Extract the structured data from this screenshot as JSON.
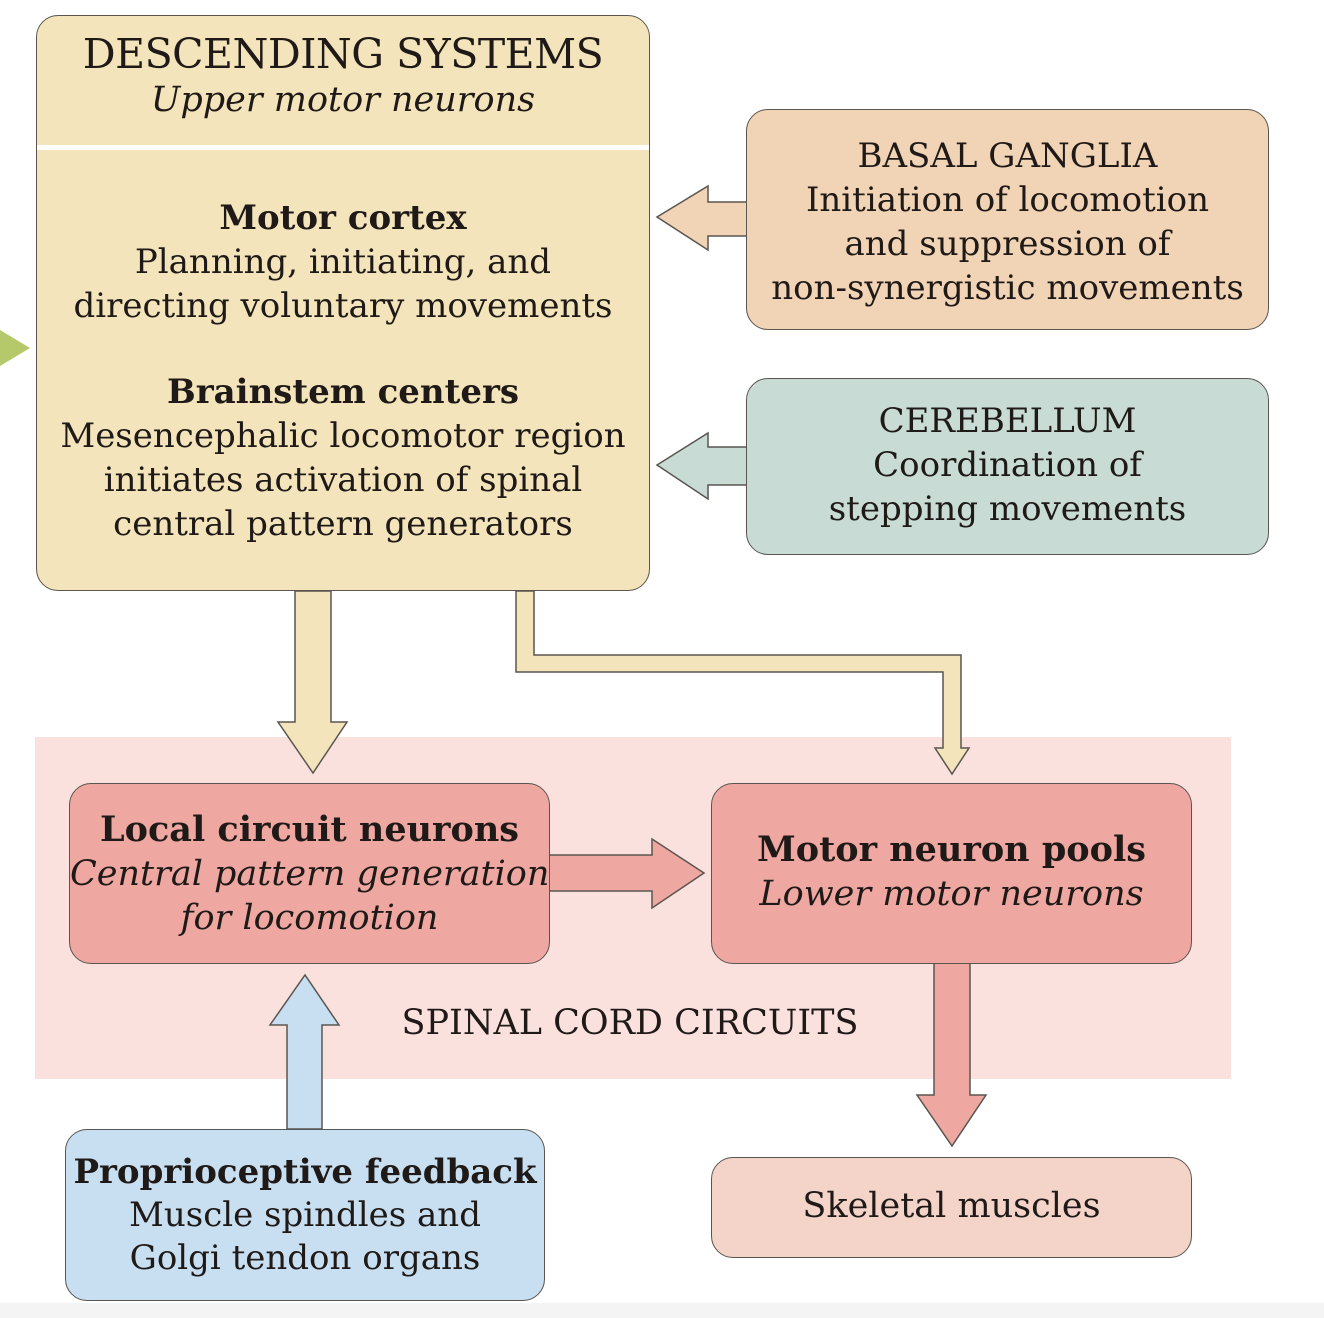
{
  "descending": {
    "title": "DESCENDING SYSTEMS",
    "subtitle": "Upper motor neurons",
    "motor_cortex": {
      "heading": "Motor cortex",
      "line1": "Planning, initiating, and",
      "line2": "directing voluntary movements"
    },
    "brainstem": {
      "heading": "Brainstem centers",
      "line1": "Mesencephalic locomotor region",
      "line2": "initiates activation of spinal",
      "line3": "central pattern generators"
    }
  },
  "basal_ganglia": {
    "title": "BASAL GANGLIA",
    "line1": "Initiation of locomotion",
    "line2": "and suppression of",
    "line3": "non-synergistic movements"
  },
  "cerebellum": {
    "title": "CEREBELLUM",
    "line1": "Coordination of",
    "line2": "stepping movements"
  },
  "spinal_cord": {
    "label": "SPINAL CORD CIRCUITS"
  },
  "local_circuit": {
    "title": "Local circuit neurons",
    "line1": "Central pattern generation",
    "line2": "for locomotion"
  },
  "motor_pools": {
    "title": "Motor neuron pools",
    "subtitle": "Lower motor neurons"
  },
  "proprioceptive": {
    "title": "Proprioceptive feedback",
    "line1": "Muscle spindles and",
    "line2": "Golgi tendon organs"
  },
  "skeletal": {
    "label": "Skeletal muscles"
  },
  "colors": {
    "descending": "#f3e4bb",
    "basal_ganglia": "#f1d3b5",
    "cerebellum": "#c8dbd4",
    "spinal_region": "#fae1de",
    "neuron_boxes": "#eea7a1",
    "proprioceptive": "#c8dff2",
    "skeletal": "#f4d4c8",
    "offscreen_arrow": "#b5c96a"
  }
}
